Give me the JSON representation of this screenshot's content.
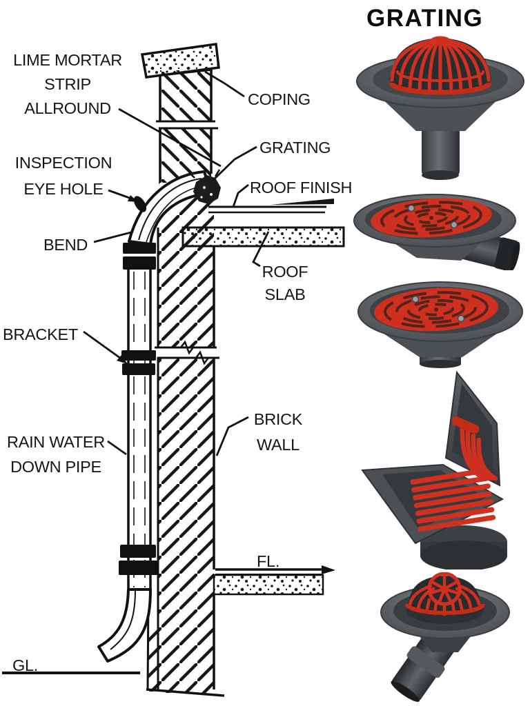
{
  "title": "GRATING",
  "diagram_labels": {
    "lime_mortar": "LIME MORTAR\nSTRIP\nALLROUND",
    "coping": "COPING",
    "grating": "GRATING",
    "inspection_eye_hole": "INSPECTION\nEYE HOLE",
    "roof_finish": "ROOF FINISH",
    "bend": "BEND",
    "roof_slab": "ROOF\nSLAB",
    "bracket": "BRACKET",
    "brick_wall": "BRICK\nWALL",
    "rain_water_down_pipe": "RAIN WATER\nDOWN PIPE",
    "floor_level": "FL.",
    "ground_level": "GL."
  },
  "grating_photos": [
    {
      "name": "dome-grating-vertical-outlet"
    },
    {
      "name": "flat-spiral-grating-side-outlet"
    },
    {
      "name": "flat-spiral-grating-vertical-outlet"
    },
    {
      "name": "two-way-corner-angle-grating"
    },
    {
      "name": "dome-grating-angled-outlet"
    }
  ],
  "colors": {
    "grating_red": "#d03020",
    "drain_body_gray": "#53575c",
    "line_ink": "#141414",
    "background": "#ffffff"
  }
}
